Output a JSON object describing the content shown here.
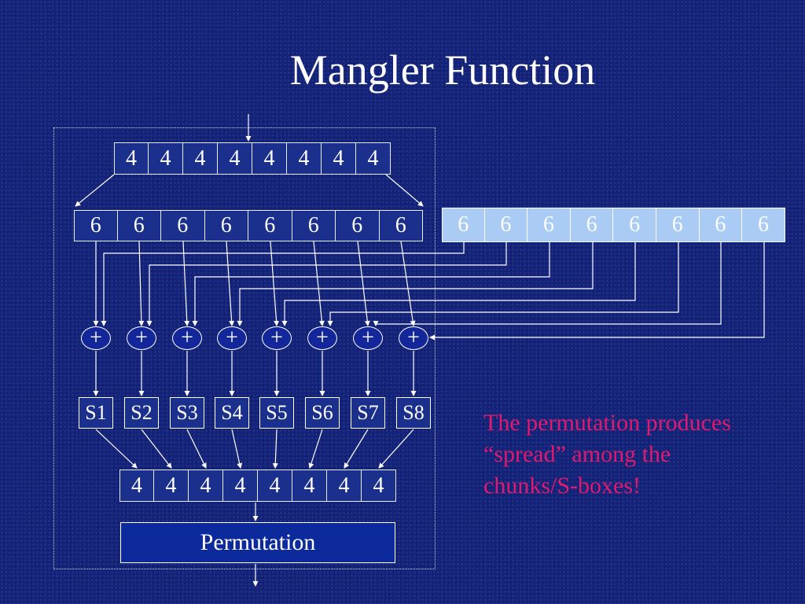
{
  "title": "Mangler Function",
  "top_row": [
    "4",
    "4",
    "4",
    "4",
    "4",
    "4",
    "4",
    "4"
  ],
  "expanded_row": [
    "6",
    "6",
    "6",
    "6",
    "6",
    "6",
    "6",
    "6"
  ],
  "key_row": [
    "6",
    "6",
    "6",
    "6",
    "6",
    "6",
    "6",
    "6"
  ],
  "xor_symbols": [
    "+",
    "+",
    "+",
    "+",
    "+",
    "+",
    "+",
    "+"
  ],
  "sboxes": [
    "S1",
    "S2",
    "S3",
    "S4",
    "S5",
    "S6",
    "S7",
    "S8"
  ],
  "sbox_output_row": [
    "4",
    "4",
    "4",
    "4",
    "4",
    "4",
    "4",
    "4"
  ],
  "permutation_label": "Permutation",
  "note_lines": [
    "The permutation produces",
    "“spread” among the",
    "chunks/S-boxes!"
  ],
  "colors": {
    "background": "#14237a",
    "key_row_fill": "#a9cbf4",
    "note_text": "#e01a6e",
    "line": "#ffffff"
  }
}
